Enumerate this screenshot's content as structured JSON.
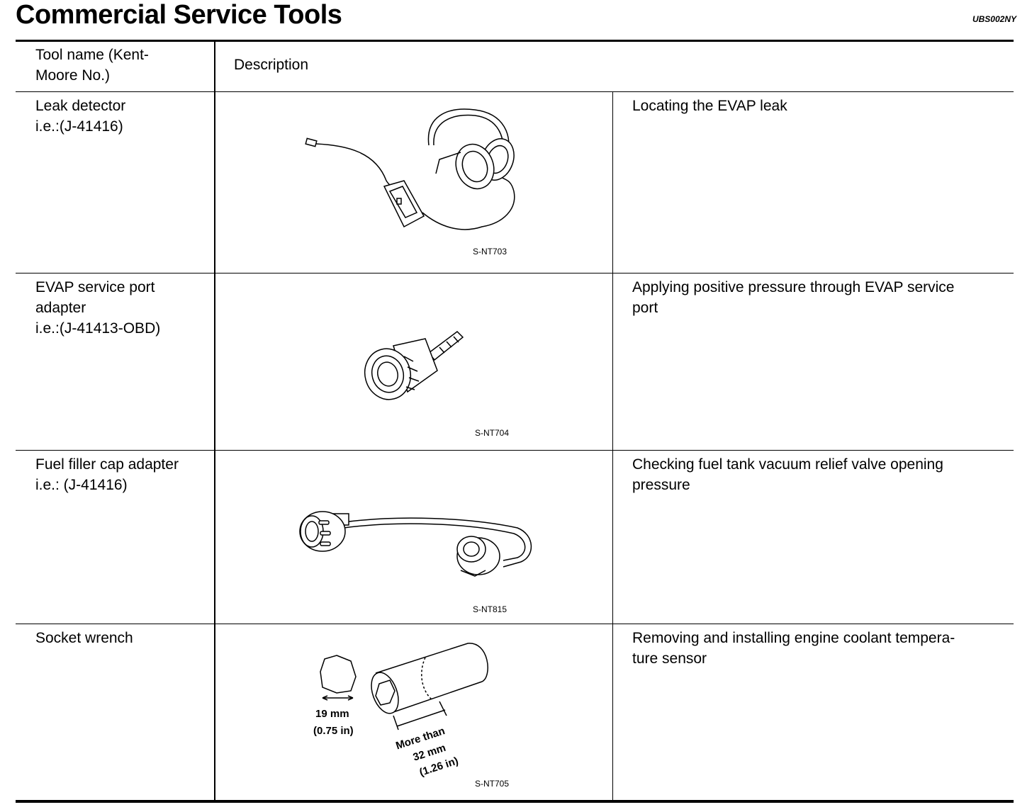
{
  "title": "Commercial Service Tools",
  "doc_code": "UBS002NY",
  "table": {
    "headers": [
      "Tool name (Kent-\nMoore No.)",
      "Description"
    ],
    "rows": [
      {
        "tool": "Leak detector\ni.e.:(J-41416)",
        "figure_code": "S-NT703",
        "figure_icon": "leak-detector-icon",
        "description": "Locating the EVAP leak"
      },
      {
        "tool": "EVAP service port\nadapter\ni.e.:(J-41413-OBD)",
        "figure_code": "S-NT704",
        "figure_icon": "evap-port-adapter-icon",
        "description": "Applying positive pressure through EVAP service\nport"
      },
      {
        "tool": "Fuel filler cap adapter\ni.e.: (J-41416)",
        "figure_code": "S-NT815",
        "figure_icon": "fuel-cap-adapter-icon",
        "description": "Checking fuel tank vacuum relief valve opening\npressure"
      },
      {
        "tool": "Socket wrench",
        "figure_code": "S-NT705",
        "figure_icon": "socket-wrench-icon",
        "description": "Removing and installing engine coolant tempera-\nture sensor",
        "figure_labels": {
          "hex_size": "19 mm",
          "hex_size_in": "(0.75 in)",
          "depth_1": "More than",
          "depth_2": "32 mm",
          "depth_3": "(1.26 in)"
        }
      }
    ]
  }
}
